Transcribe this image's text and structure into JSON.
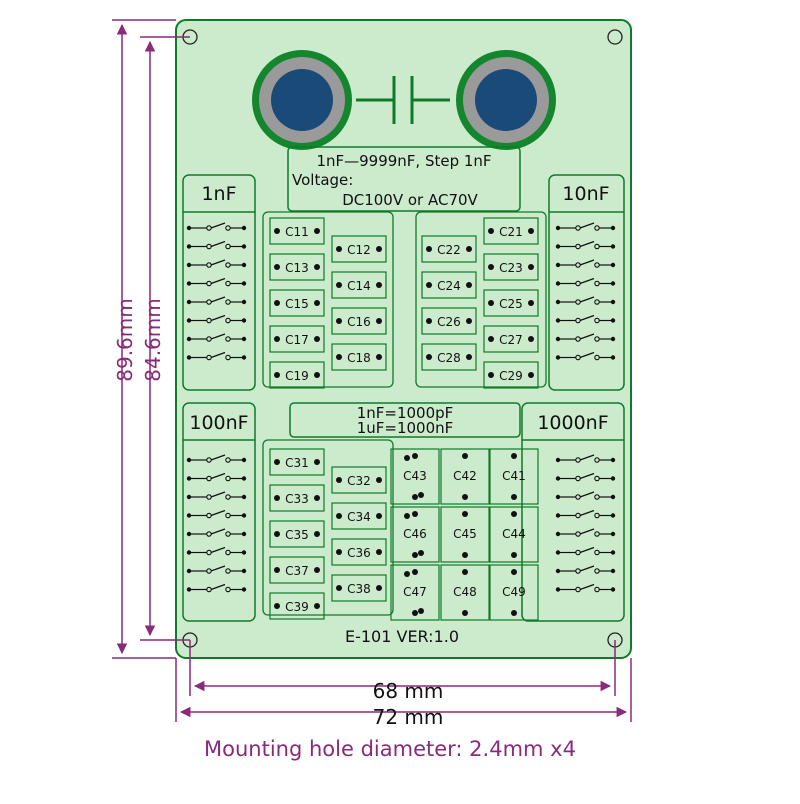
{
  "colors": {
    "board": "#ccebcc",
    "outline": "#0f7a2a",
    "dimension": "#8a2a7a",
    "pad_dark": "#1a4a78",
    "pad_ring": "#9a9a9a"
  },
  "title_box": {
    "line1": "1nF—9999nF, Step 1nF",
    "line2": "Voltage:",
    "line3": "DC100V  or  AC70V"
  },
  "banks": {
    "tl": "1nF",
    "tr": "10nF",
    "bl": "100nF",
    "br": "1000nF"
  },
  "conversion": {
    "line1": "1nF=1000pF",
    "line2": "1uF=1000nF"
  },
  "caps": {
    "g1_left": [
      "C11",
      "C13",
      "C15",
      "C17",
      "C19"
    ],
    "g1_right": [
      "C12",
      "C14",
      "C16",
      "C18"
    ],
    "g2_left": [
      "C22",
      "C24",
      "C26",
      "C28"
    ],
    "g2_right": [
      "C21",
      "C23",
      "C25",
      "C27",
      "C29"
    ],
    "g3_left": [
      "C31",
      "C33",
      "C35",
      "C37",
      "C39"
    ],
    "g3_right": [
      "C32",
      "C34",
      "C36",
      "C38"
    ],
    "big_grid": [
      [
        "C43",
        "C42",
        "C41"
      ],
      [
        "C46",
        "C45",
        "C44"
      ],
      [
        "C47",
        "C48",
        "C49"
      ]
    ]
  },
  "footer_label": "E-101  VER:1.0",
  "dimensions": {
    "height_outer": "89.6mm",
    "height_inner": "84.6mm",
    "width_inner": "68 mm",
    "width_outer": "72 mm",
    "note": "Mounting hole diameter: 2.4mm x4"
  }
}
